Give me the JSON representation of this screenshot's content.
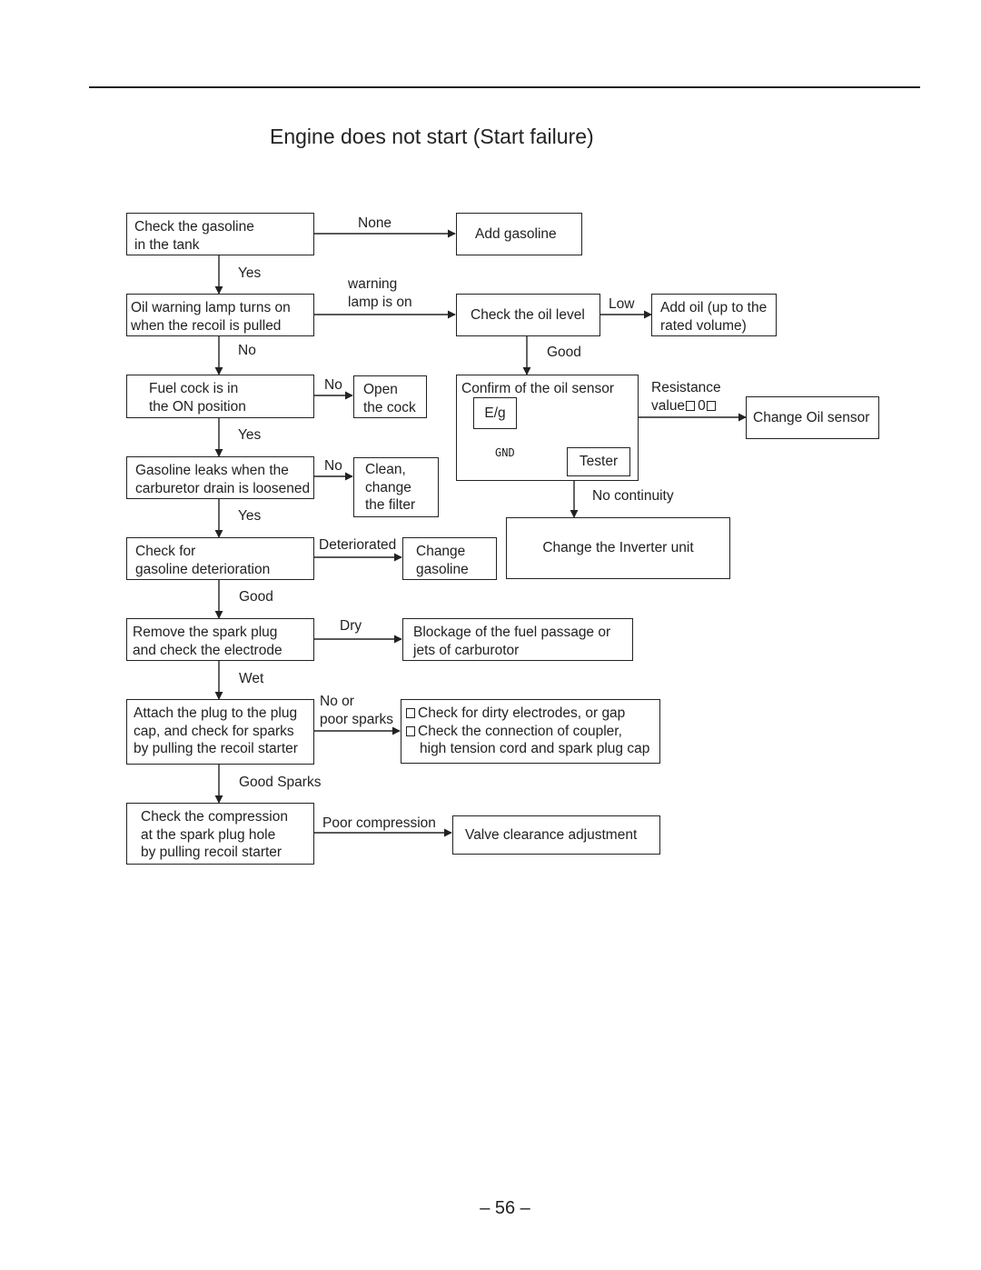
{
  "page": {
    "title": "Engine does not start (Start failure)",
    "page_number": "– 56 –"
  },
  "boxes": {
    "check_gasoline": [
      "Check the gasoline",
      "in the tank"
    ],
    "add_gasoline": [
      "Add gasoline"
    ],
    "oil_warning": [
      "Oil warning lamp turns on",
      "when the recoil is pulled"
    ],
    "check_oil_level": [
      "Check the oil level"
    ],
    "add_oil": [
      "Add oil (up to the",
      "rated volume)"
    ],
    "fuel_cock": [
      "Fuel cock is in",
      "the ON position"
    ],
    "open_cock": [
      "Open",
      "the cock"
    ],
    "confirm_sensor": [
      "Confirm of the oil sensor"
    ],
    "sensor_eg": "E/g",
    "sensor_gnd": "GND",
    "sensor_tester": "Tester",
    "change_oil_sensor": [
      "Change Oil sensor"
    ],
    "gasoline_leaks": [
      "Gasoline leaks when the",
      "carburetor drain is loosened"
    ],
    "clean_filter": [
      "Clean,",
      "change",
      "the filter"
    ],
    "change_inverter": [
      "Change the Inverter unit"
    ],
    "check_deterioration": [
      "Check for",
      "gasoline deterioration"
    ],
    "change_gasoline": [
      "Change",
      "gasoline"
    ],
    "remove_plug": [
      "Remove the spark plug",
      "and check the electrode"
    ],
    "blockage": [
      "Blockage of the fuel passage or",
      "jets of carburotor"
    ],
    "attach_plug": [
      "Attach the plug to the plug",
      "cap, and check for sparks",
      "by pulling the recoil starter"
    ],
    "check_electrodes": [
      "Check for dirty electrodes, or gap",
      "Check the connection of coupler,",
      "high tension cord and spark plug cap"
    ],
    "check_compression": [
      "Check the compression",
      "at the spark plug hole",
      "by pulling recoil starter"
    ],
    "valve_clearance": [
      "Valve clearance adjustment"
    ]
  },
  "labels": {
    "none": "None",
    "yes1": "Yes",
    "warning_lamp": [
      "warning",
      "lamp is on"
    ],
    "low": "Low",
    "no1": "No",
    "good1": "Good",
    "no_cock": "No",
    "resistance": [
      "Resistance",
      "value",
      "0"
    ],
    "yes2": "Yes",
    "no_leak": "No",
    "no_continuity": "No continuity",
    "yes3": "Yes",
    "deteriorated": "Deteriorated",
    "good2": "Good",
    "dry": "Dry",
    "wet": "Wet",
    "no_poor_sparks": [
      "No or",
      "poor sparks"
    ],
    "good_sparks": "Good Sparks",
    "poor_compression": "Poor compression"
  }
}
